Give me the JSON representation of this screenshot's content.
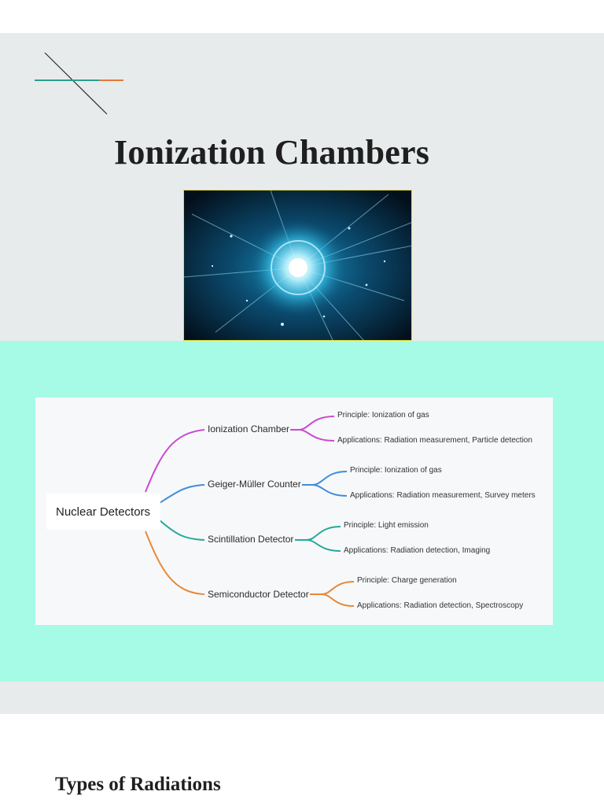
{
  "slide1": {
    "title": "Ionization Chambers",
    "image": "blue-energy-burst-image"
  },
  "mindmap": {
    "root": "Nuclear Detectors",
    "branches": [
      {
        "label": "Ionization Chamber",
        "color": "#c84bd0",
        "principle": "Principle: Ionization of gas",
        "applications": "Applications: Radiation measurement, Particle detection"
      },
      {
        "label": "Geiger-Müller Counter",
        "color": "#3f8ed8",
        "principle": "Principle: Ionization of gas",
        "applications": "Applications: Radiation measurement, Survey meters"
      },
      {
        "label": "Scintillation Detector",
        "color": "#26a89a",
        "principle": "Principle: Light emission",
        "applications": "Applications: Radiation detection, Imaging"
      },
      {
        "label": "Semiconductor Detector",
        "color": "#e58a3a",
        "principle": "Principle: Charge generation",
        "applications": "Applications: Radiation detection, Spectroscopy"
      }
    ]
  },
  "slide2": {
    "title": "Types of Radiations"
  },
  "colors": {
    "slide_bg": "#e8ebeb",
    "band_bg": "#a6fbe7",
    "accent_teal": "#2a9d8f",
    "accent_orange": "#e07a3a"
  }
}
